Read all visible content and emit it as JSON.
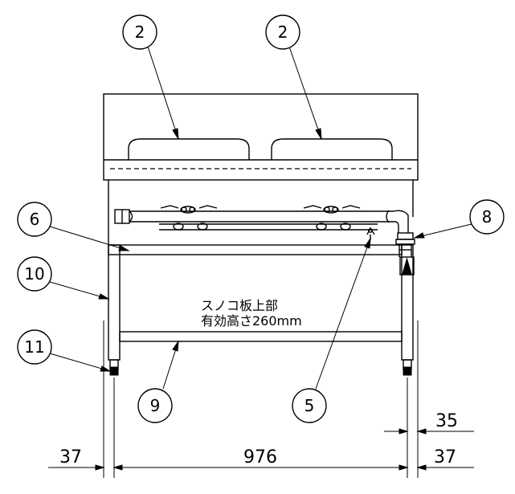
{
  "callouts": {
    "burner_left": "2",
    "burner_right": "2",
    "valve": "5",
    "frame": "6",
    "gas_inlet": "8",
    "shelf": "9",
    "leg": "10",
    "foot": "11"
  },
  "note": {
    "line1": "スノコ板上部",
    "line2": "有効高さ260mm"
  },
  "dimensions": {
    "left_overhang": "37",
    "main_width": "976",
    "right_overhang": "37",
    "pipe_offset": "35"
  }
}
